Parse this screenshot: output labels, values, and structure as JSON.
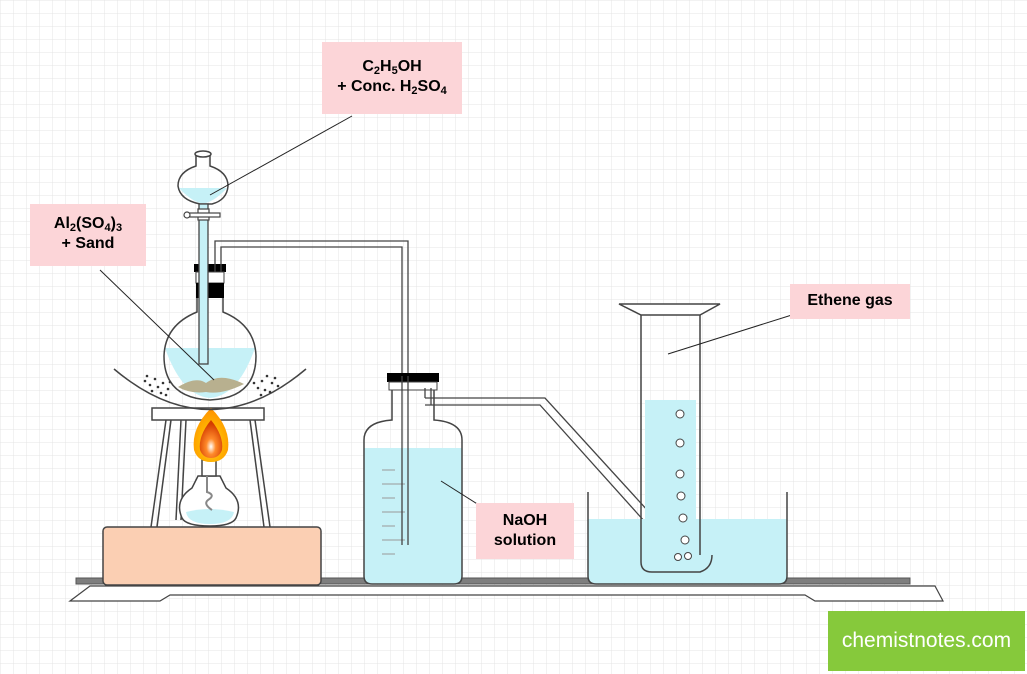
{
  "labels": {
    "reactants": {
      "line1": {
        "a": "C",
        "s1": "2",
        "b": "H",
        "s2": "5",
        "c": "OH"
      },
      "line2": {
        "a": "+  Conc. H",
        "s1": "2",
        "b": "SO",
        "s2": "4"
      }
    },
    "catalyst": {
      "line1": {
        "a": "Al",
        "s1": "2",
        "b": "(SO",
        "s2": "4",
        "c": ")",
        "s3": "3"
      },
      "line2": "+ Sand"
    },
    "naoh": {
      "line1": "NaOH",
      "line2": "solution"
    },
    "ethene": "Ethene gas"
  },
  "brand": "chemistnotes.com",
  "colors": {
    "solution": "#c6f1f7",
    "label_bg": "#fcd5d8",
    "brand_bg": "#86c93b",
    "heater_block": "#fbcfb3",
    "grid": "#e4e4e4",
    "stopper": "#000000"
  }
}
